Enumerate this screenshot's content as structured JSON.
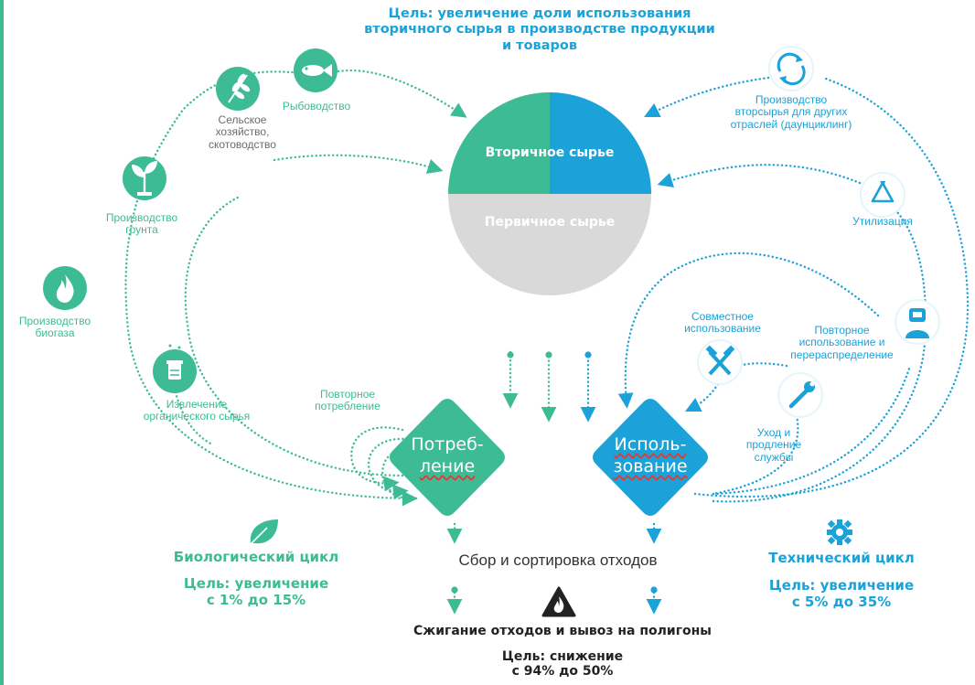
{
  "title": {
    "line1": "Цель: увеличение доли использования",
    "line2": "вторичного сырья в производстве продукции",
    "line3": "и товаров"
  },
  "center": {
    "secondary": "Вторичное сырье",
    "primary": "Первичное сырье"
  },
  "bio": {
    "fishery": "Рыбоводство",
    "agriculture": [
      "Сельское",
      "хозяйство,",
      "скотоводство"
    ],
    "soil": [
      "Производство",
      "грунта"
    ],
    "biogas": [
      "Производство",
      "биогаза"
    ],
    "organic": [
      "Извлечение",
      "органического сырья"
    ],
    "reconsumption": [
      "Повторное",
      "потребление"
    ]
  },
  "tech": {
    "downcycling": [
      "Производство",
      "вторсырья для других",
      "отраслей (даунциклинг)"
    ],
    "recycling": "Утилизация",
    "sharing": [
      "Совместное",
      "использование"
    ],
    "reuse": [
      "Повторное",
      "использование и",
      "перераспределение"
    ],
    "maintenance": [
      "Уход и",
      "продление",
      "службы"
    ]
  },
  "diamonds": {
    "consumption": [
      "Потреб-",
      "ление"
    ],
    "usage": [
      "Исполь-",
      "зование"
    ]
  },
  "bio_cycle": {
    "title": "Биологический цикл",
    "goal": [
      "Цель: увеличение",
      "с 1% до 15%"
    ]
  },
  "tech_cycle": {
    "title": "Технический цикл",
    "goal": [
      "Цель: увеличение",
      "с 5% до 35%"
    ]
  },
  "collection": "Сбор и сортировка отходов",
  "disposal": {
    "title": "Сжигание отходов и вывоз на полигоны",
    "goal": [
      "Цель: снижение",
      "с 94% до 50%"
    ]
  },
  "colors": {
    "teal": "#3dbb95",
    "blue": "#1ba2d8",
    "gray": "#d9d9d9",
    "dark": "#222222"
  }
}
